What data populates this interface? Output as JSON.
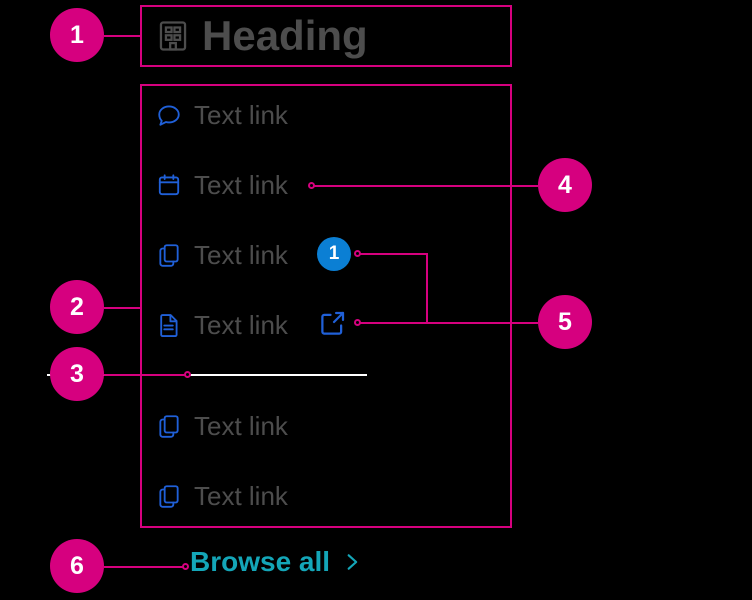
{
  "diagram": {
    "title": "Annotated navigation menu component",
    "background_color": "#000000",
    "accent_color": "#d6007f",
    "badge_color": "#0b7fd4",
    "link_color": "#14a6b8",
    "text_color": "#4d4d4d",
    "divider_color": "#ffffff"
  },
  "callouts": [
    {
      "number": "1",
      "target": "heading"
    },
    {
      "number": "2",
      "target": "menu-panel"
    },
    {
      "number": "3",
      "target": "divider"
    },
    {
      "number": "4",
      "target": "text-link"
    },
    {
      "number": "5",
      "target": "external-link-icon"
    },
    {
      "number": "6",
      "target": "browse-all-link"
    }
  ],
  "menu": {
    "heading": {
      "label": "Heading",
      "icon": "building-icon"
    },
    "items": [
      {
        "label": "Text link",
        "icon": "chat-bubble-icon"
      },
      {
        "label": "Text link",
        "icon": "calendar-icon"
      },
      {
        "label": "Text link",
        "icon": "copy-document-icon",
        "badge": "1"
      },
      {
        "label": "Text link",
        "icon": "file-text-icon",
        "external": true
      },
      {
        "label": "Text link",
        "icon": "copy-document-icon"
      },
      {
        "label": "Text link",
        "icon": "copy-document-icon"
      }
    ],
    "divider": true,
    "footer": {
      "label": "Browse all",
      "icon": "chevron-right-icon"
    }
  }
}
